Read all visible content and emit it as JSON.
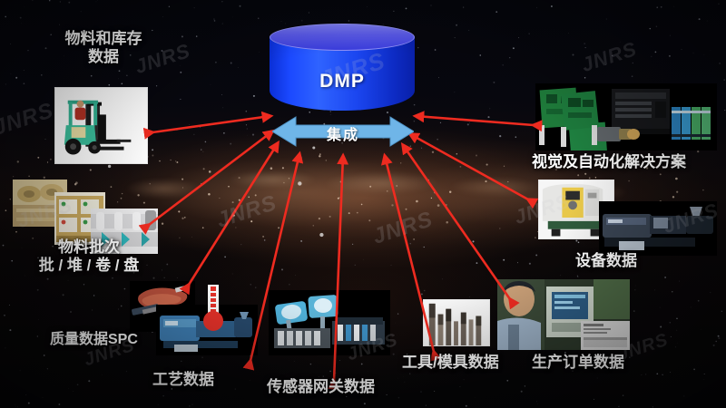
{
  "diagram": {
    "title": "DMP",
    "watermark_text": "JNRS",
    "hub": {
      "label": "DMP",
      "shape": "cylinder-database",
      "body_color": "#1b49ff",
      "top_color": "#5a5ae8"
    },
    "integration": {
      "label": "集成",
      "arrow_color": "#6fb5e8",
      "direction": "bidirectional"
    },
    "arrow_color": "#ee2b20",
    "nodes": [
      {
        "id": "material-inventory",
        "label_lines": [
          "物料和库存",
          "数据"
        ],
        "image": "forklift-photo",
        "position": "top-left"
      },
      {
        "id": "material-batch",
        "label_lines": [
          "物料批次",
          "批 / 堆 / 卷 / 盘"
        ],
        "image": "material-batch-photos",
        "position": "left"
      },
      {
        "id": "quality-spc",
        "label_lines": [
          "质量数据SPC"
        ],
        "image": "caliper-measure-photo",
        "position": "lower-left"
      },
      {
        "id": "process-data",
        "label_lines": [
          "工艺数据"
        ],
        "image": "injection-machine-thermometer-photo",
        "position": "bottom-left"
      },
      {
        "id": "sensor-gateway",
        "label_lines": [
          "传感器网关数据"
        ],
        "image": "sensor-gateway-modules-photo",
        "position": "bottom-center"
      },
      {
        "id": "tool-mold",
        "label_lines": [
          "工具/模具数据"
        ],
        "image": "drill-bits-photo",
        "position": "bottom-right"
      },
      {
        "id": "production-order",
        "label_lines": [
          "生产订单数据"
        ],
        "image": "operator-hmi-photo",
        "position": "lower-right"
      },
      {
        "id": "equipment-data",
        "label_lines": [
          "设备数据"
        ],
        "image": "cnc-injection-machines-photo",
        "position": "right"
      },
      {
        "id": "vision-automation",
        "label_lines": [
          "视觉及自动化解决方案"
        ],
        "image": "boards-camera-plc-photo",
        "position": "top-right"
      }
    ]
  }
}
